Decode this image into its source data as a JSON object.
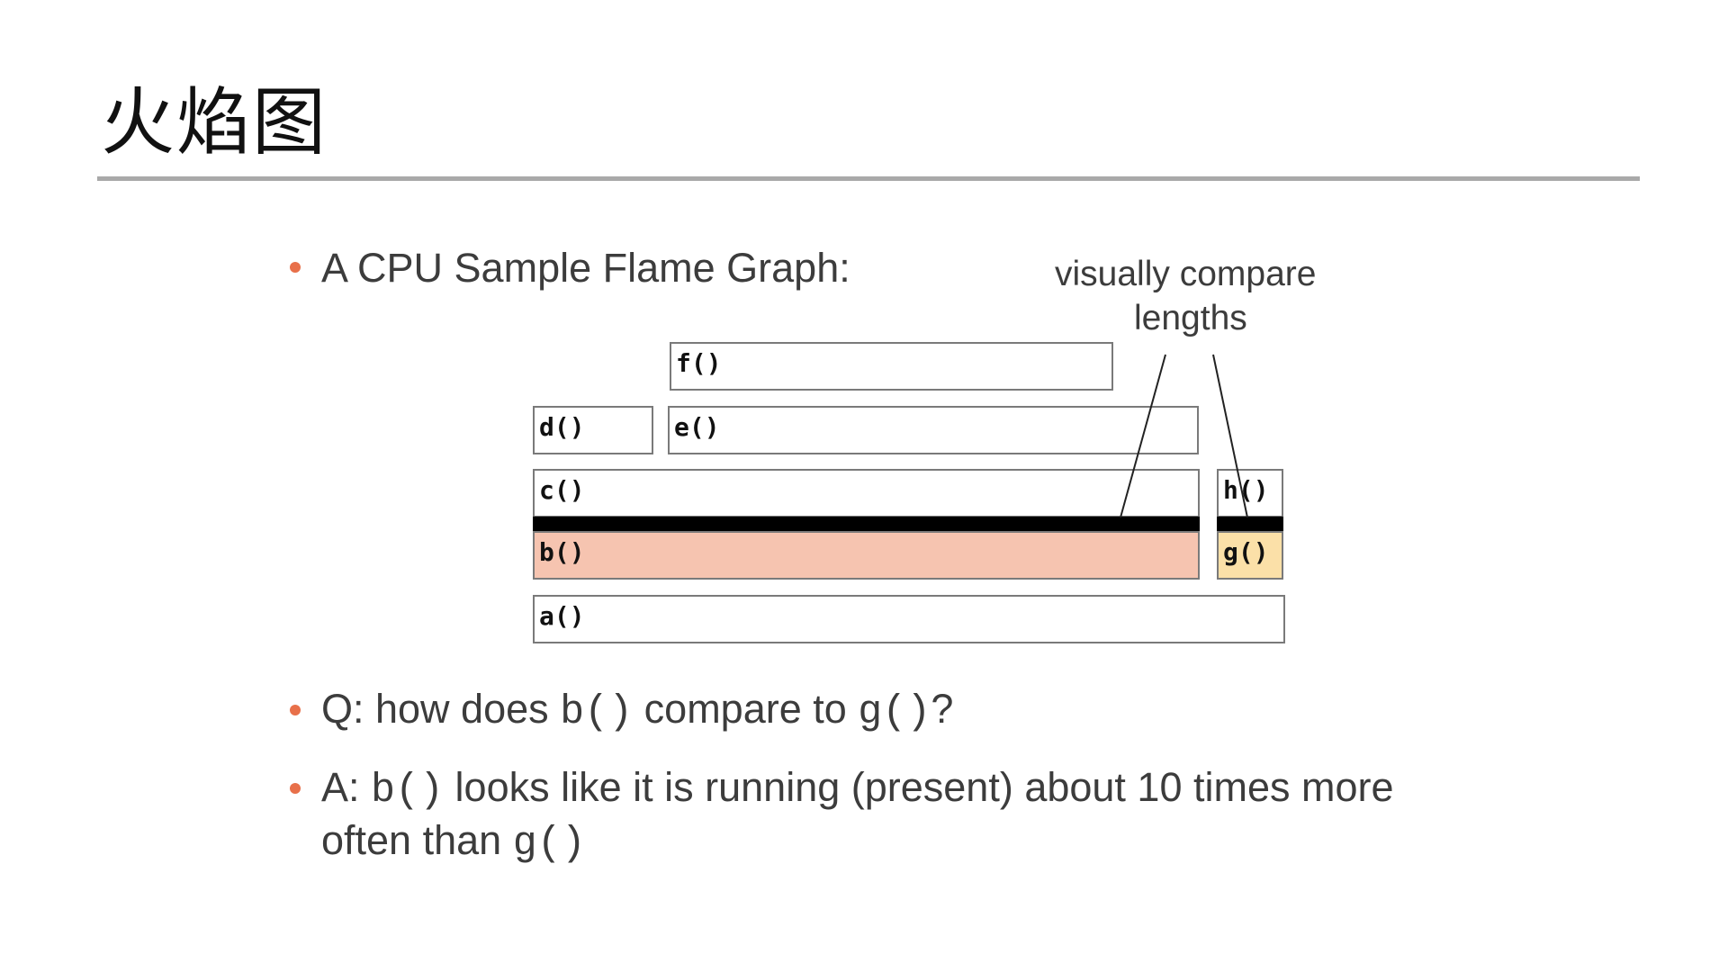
{
  "slide": {
    "title": "火焰图"
  },
  "bullets": [
    {
      "text": "A CPU Sample Flame Graph:"
    },
    {
      "prefix": "Q: how does ",
      "code1": "b()",
      "mid": " compare to ",
      "code2": "g()",
      "suffix": "?"
    },
    {
      "prefix": "A: ",
      "code1": "b()",
      "line1_rest": " looks like it is running (present) about 10 times more",
      "line2_prefix": "often than ",
      "code2": "g()"
    }
  ],
  "annotation": {
    "line1": "visually compare",
    "line2": "lengths"
  },
  "frames": {
    "f": "f()",
    "d": "d()",
    "e": "e()",
    "c": "c()",
    "h": "h()",
    "b": "b()",
    "g": "g()",
    "a": "a()"
  },
  "colors": {
    "bullet": "#e8704a",
    "highlight_b": "#f6c4b0",
    "highlight_g": "#fbe0a8",
    "rule": "#a9a9a9"
  }
}
